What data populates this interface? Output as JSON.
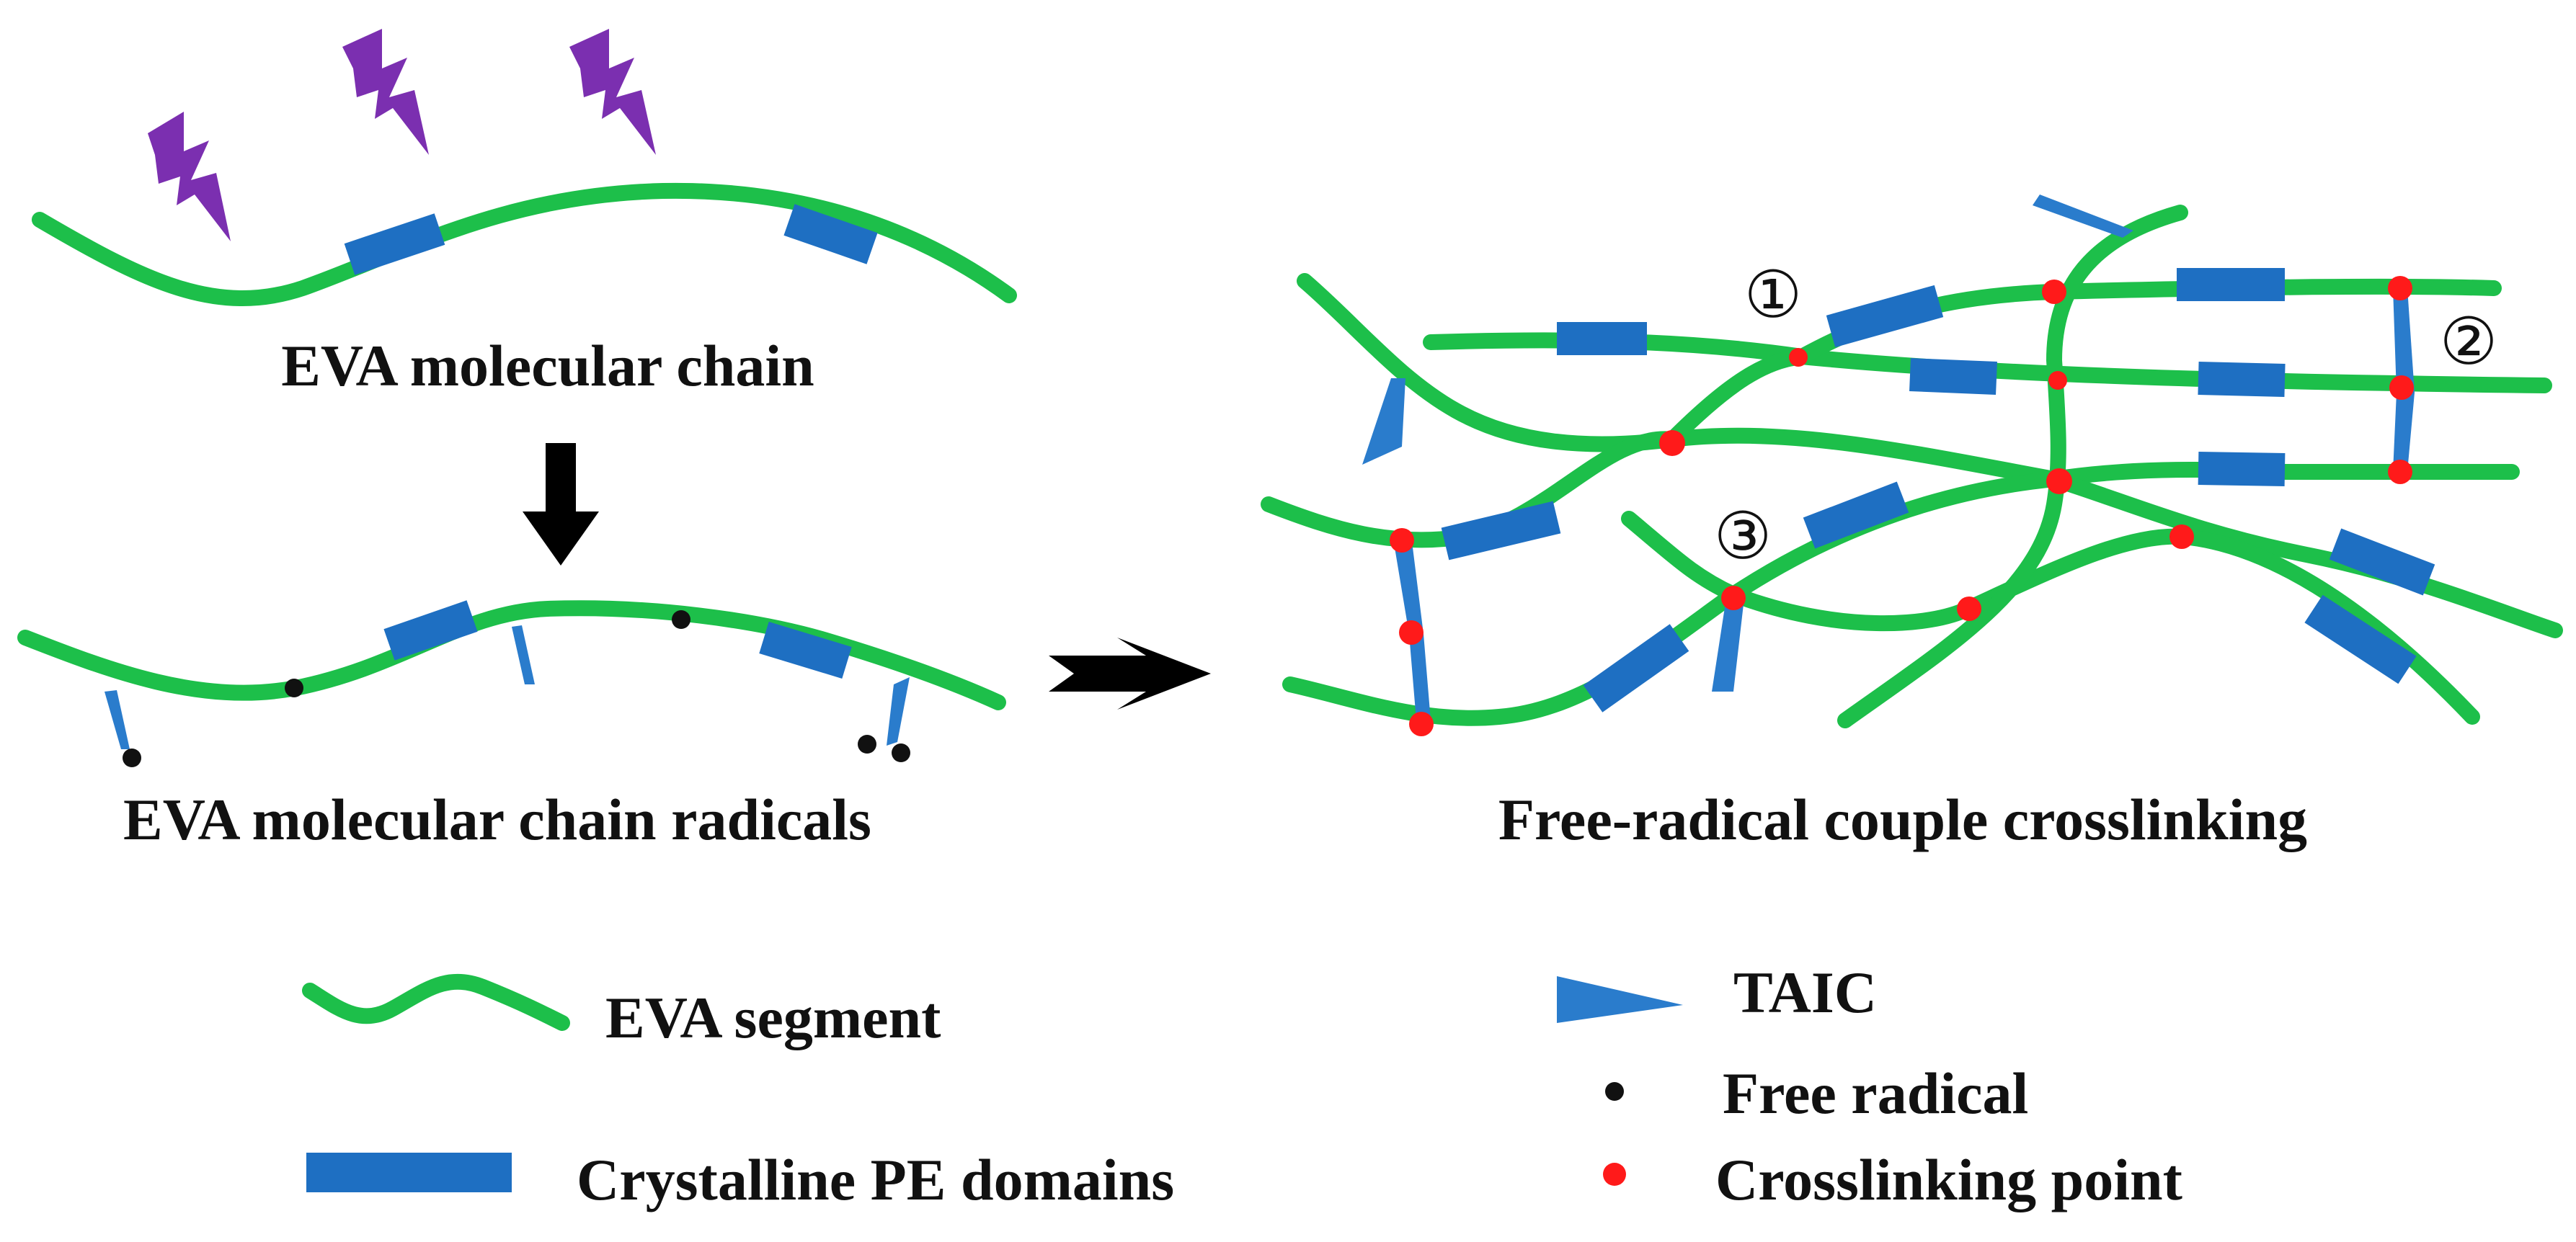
{
  "labels": {
    "eva_chain": "EVA molecular chain",
    "eva_radicals": "EVA molecular chain radicals",
    "crosslinking": "Free-radical couple crosslinking"
  },
  "markers": {
    "m1": "①",
    "m2": "②",
    "m3": "③"
  },
  "legend": {
    "eva_segment": "EVA segment",
    "pe_domains": "Crystalline PE domains",
    "taic": "TAIC",
    "free_radical": "Free radical",
    "crosslink_point": "Crosslinking point"
  },
  "colors": {
    "chain": "#1dbf4a",
    "pe_domain": "#1e6fc2",
    "taic": "#2a7ccc",
    "free_radical": "#111111",
    "crosslink": "#ff1a1a",
    "lightning": "#7b2fb0",
    "arrow": "#000000"
  },
  "icons": {
    "uv": "lightning-bolt-icon",
    "arrow_down": "arrow-down-icon",
    "arrow_right": "arrow-right-icon"
  }
}
